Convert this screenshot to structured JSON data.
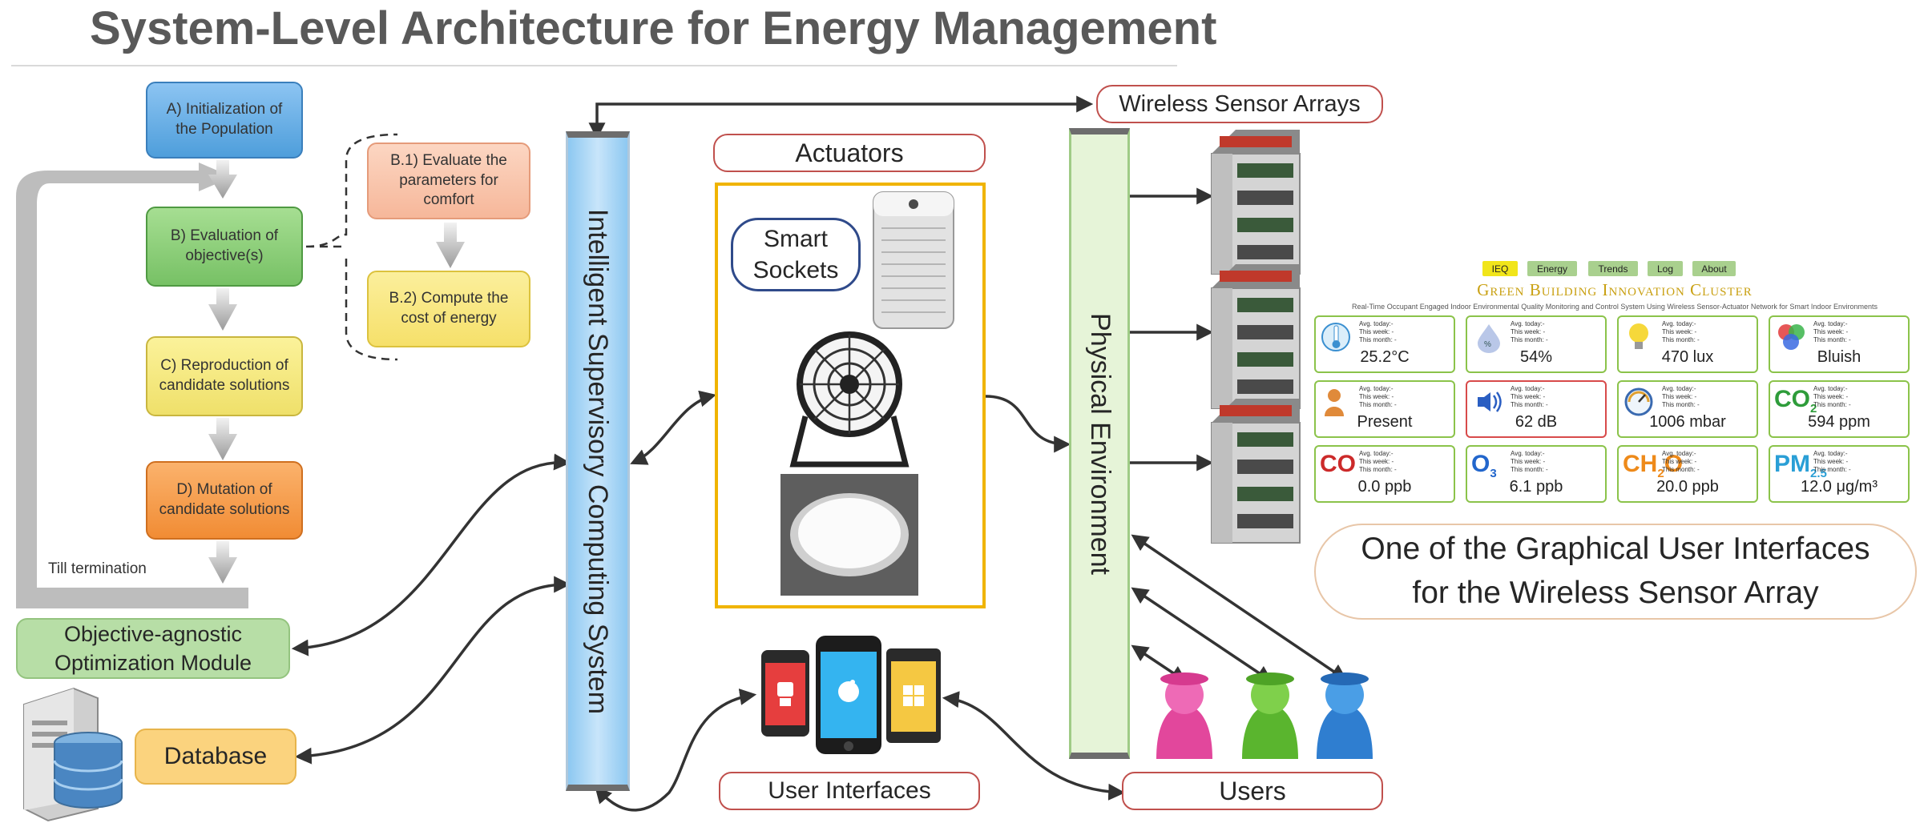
{
  "title": "System-Level Architecture for Energy Management",
  "flow": {
    "a": "A) Initialization of the Population",
    "b": "B) Evaluation of objective(s)",
    "b1": "B.1) Evaluate the parameters for comfort",
    "b2": "B.2) Compute the cost of energy",
    "c": "C) Reproduction of candidate solutions",
    "d": "D) Mutation of candidate solutions",
    "loop_label": "Till termination"
  },
  "modules": {
    "optimization": "Objective-agnostic Optimization Module",
    "database": "Database",
    "supervisory": "Intelligent Supervisory Computing System",
    "actuators": "Actuators",
    "smart_sockets": "Smart Sockets",
    "physical": "Physical Environment",
    "wireless": "Wireless Sensor Arrays",
    "user_interfaces": "User Interfaces",
    "users": "Users",
    "gui_caption": "One of the Graphical User Interfaces for the Wireless Sensor Array"
  },
  "gui": {
    "tabs": [
      "IEQ",
      "Energy",
      "Trends",
      "Log",
      "About"
    ],
    "heading": "Green Building Innovation Cluster",
    "subheading": "Real-Time Occupant Engaged Indoor Environmental Quality Monitoring and Control System Using Wireless Sensor-Actuator Network for Smart Indoor Environments",
    "stats_text": "Avg. today:-\nThis week: -\nThis month: -",
    "tiles": [
      {
        "icon": "thermometer-icon",
        "value": "25.2°C",
        "color": "#8bc34a"
      },
      {
        "icon": "humidity-drop-icon",
        "value": "54%",
        "color": "#8bc34a"
      },
      {
        "icon": "light-bulb-icon",
        "value": "470 lux",
        "color": "#8bc34a"
      },
      {
        "icon": "color-wheel-icon",
        "value": "Bluish",
        "color": "#8bc34a"
      },
      {
        "icon": "occupant-icon",
        "value": "Present",
        "color": "#8bc34a"
      },
      {
        "icon": "sound-wave-icon",
        "value": "62 dB",
        "color": "#d84a4a"
      },
      {
        "icon": "pressure-gauge-icon",
        "value": "1006 mbar",
        "color": "#8bc34a"
      },
      {
        "icon": "co2-label-icon",
        "value": "594 ppm",
        "color": "#8bc34a",
        "label": "CO",
        "sub": "2",
        "label_color": "#2e9c3a"
      },
      {
        "icon": "co-label-icon",
        "value": "0.0 ppb",
        "color": "#8bc34a",
        "label": "CO",
        "sub": "",
        "label_color": "#cc2a2a"
      },
      {
        "icon": "o3-label-icon",
        "value": "6.1 ppb",
        "color": "#8bc34a",
        "label": "O",
        "sub": "3",
        "label_color": "#2266cc"
      },
      {
        "icon": "ch2o-label-icon",
        "value": "20.0 ppb",
        "color": "#8bc34a",
        "label": "CH",
        "sub": "2",
        "label_tail": "O",
        "label_color": "#ee8a1a"
      },
      {
        "icon": "pm25-label-icon",
        "value": "12.0 μg/m³",
        "color": "#8bc34a",
        "label": "PM",
        "sub": "2.5",
        "label_color": "#2a9fd6"
      }
    ]
  },
  "colors": {
    "blue": "#4e9edb",
    "green": "#77c165",
    "salmon": "#f6b79a",
    "yellow": "#f6e06a",
    "orange": "#f18c34",
    "accent_red": "#c0504d",
    "actuator_frame": "#f0b400"
  }
}
